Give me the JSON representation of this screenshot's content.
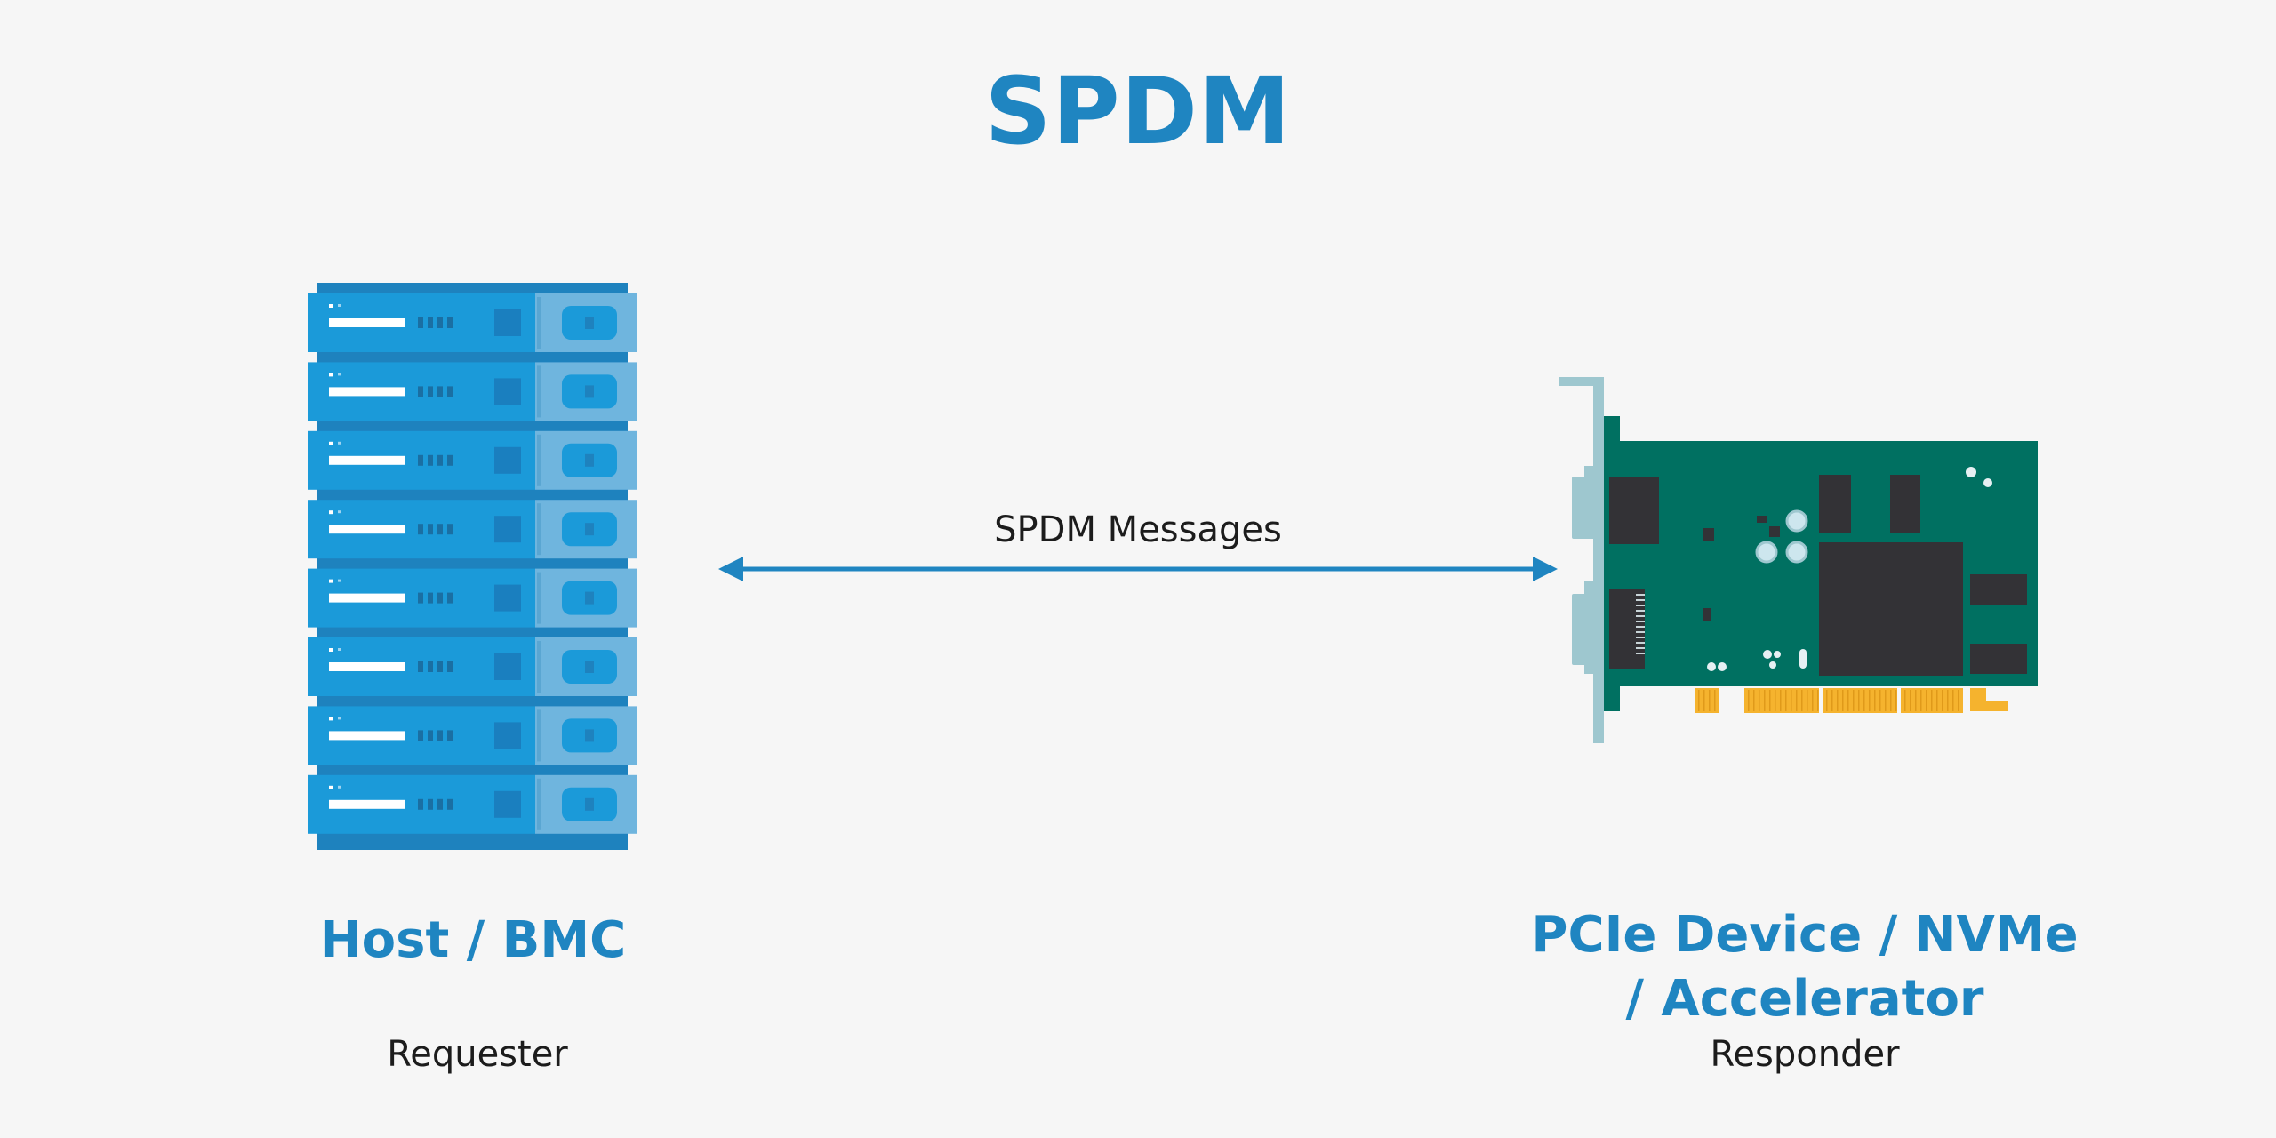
{
  "title": "SPDM",
  "connection": {
    "label": "SPDM Messages",
    "direction": "bidirectional"
  },
  "requester": {
    "title": "Host / BMC",
    "role": "Requester",
    "icon": "server-rack-icon"
  },
  "responder": {
    "title": "PCIe Device /  NVMe\n/ Accelerator",
    "role": "Responder",
    "icon": "pcie-card-icon"
  },
  "colors": {
    "background": "#f6f6f6",
    "accent": "#1f85c1",
    "server_unit": "#1b9ad9",
    "server_side": "#6fb5de",
    "pcb": "#007061",
    "chip": "#333236",
    "gold_contacts": "#f5b32e",
    "bracket": "#9ec7cf"
  }
}
